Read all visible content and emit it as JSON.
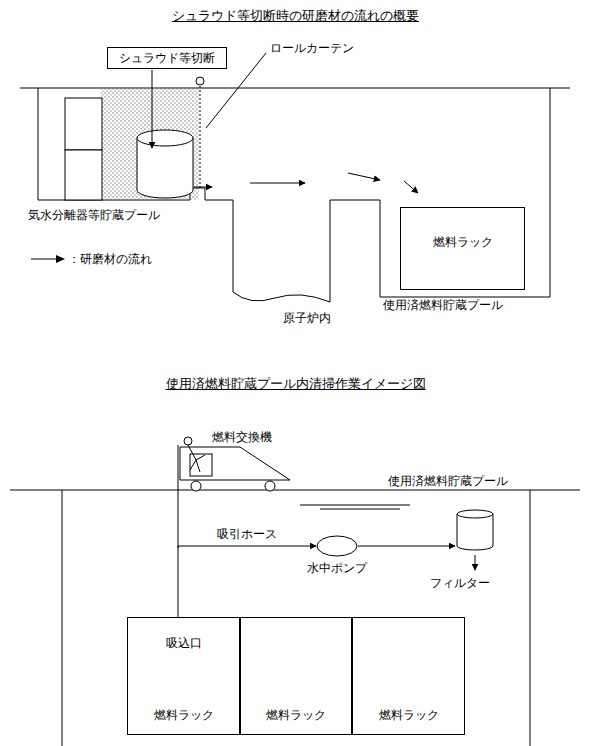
{
  "diagram": {
    "title": "シュラウド等切断時の研磨材の流れの概要",
    "nodes": [
      {
        "text": [
          "シュラウド等切断"
        ]
      },
      {
        "text": [
          "燃料ラック"
        ]
      },
      {
        "text": [
          "吸込口",
          "燃料ラック"
        ]
      },
      {
        "text": [
          "燃料ラック"
        ]
      },
      {
        "text": [
          "燃料ラック"
        ]
      },
      {
        "text": [
          "水中ポンプ"
        ]
      },
      {
        "text": [
          "フィルター"
        ]
      }
    ],
    "edges": [
      {
        "from": 2,
        "to": 5,
        "label": "吸引ホース",
        "arrow": "to"
      },
      {
        "from": 5,
        "to": 6,
        "arrow": "to"
      }
    ],
    "labels": [
      "ロールカーテン",
      "気水分離器等貯蔵プール",
      "原子炉内",
      "使用済燃料貯蔵プール",
      "使用済燃料貯蔵プール内清掃作業イメージ図",
      "燃料交換機",
      "使用済燃料貯蔵プール"
    ],
    "legend": [
      {
        "text": "：研磨材の流れ"
      }
    ]
  }
}
